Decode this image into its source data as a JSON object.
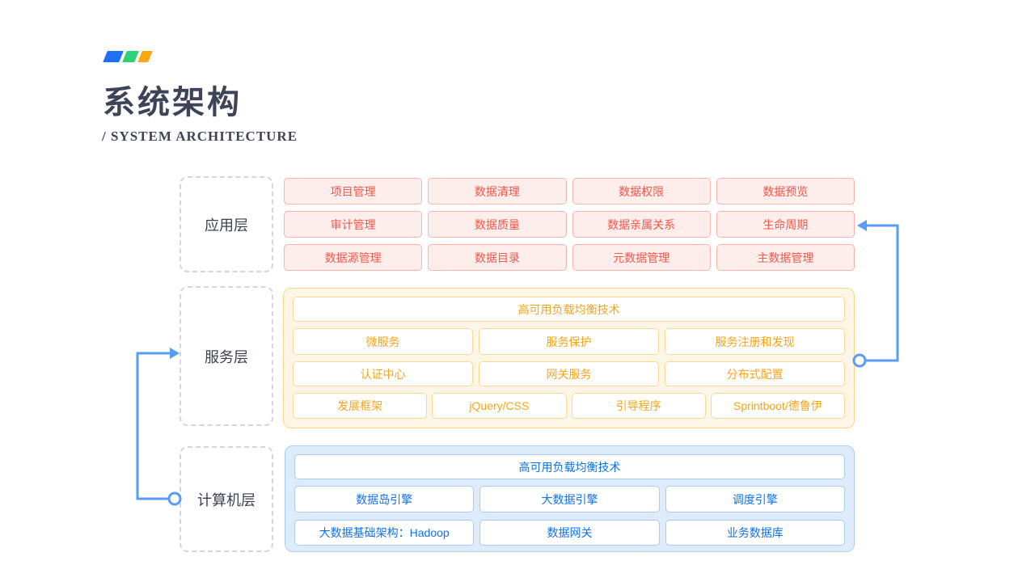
{
  "header": {
    "title": "系统架构",
    "subtitle": "/ SYSTEM ARCHITECTURE"
  },
  "application": {
    "label": "应用层",
    "boxes": [
      "项目管理",
      "数据清理",
      "数据权限",
      "数据预览",
      "审计管理",
      "数据质量",
      "数据亲属关系",
      "生命周期",
      "数据源管理",
      "数据目录",
      "元数据管理",
      "主数据管理"
    ]
  },
  "service": {
    "label": "服务层",
    "wide_box": "高可用负载均衡技术",
    "mid_boxes": [
      "微服务",
      "服务保护",
      "服务注册和发现",
      "认证中心",
      "网关服务",
      "分布式配置"
    ],
    "bottom_boxes": [
      "发展框架",
      "jQuery/CSS",
      "引导程序",
      "Sprintboot/德鲁伊"
    ]
  },
  "computer": {
    "label": "计算机层",
    "wide_box": "高可用负载均衡技术",
    "boxes": [
      "数据岛引擎",
      "大数据引擎",
      "调度引擎",
      "大数据基础架构：Hadoop",
      "数据网关",
      "业务数据库"
    ]
  },
  "colors": {
    "title_text": "#3d4457",
    "application_accent": "#f5564a",
    "application_fill": "#fdeeec",
    "service_accent": "#f9a416",
    "service_container_fill": "#fdf6e6",
    "computer_accent": "#1171e9",
    "computer_container_fill": "#ddebfa",
    "connector": "#579df6",
    "decor_blue": "#1f70f2",
    "decor_green": "#2ed173",
    "decor_orange": "#fba70d"
  }
}
